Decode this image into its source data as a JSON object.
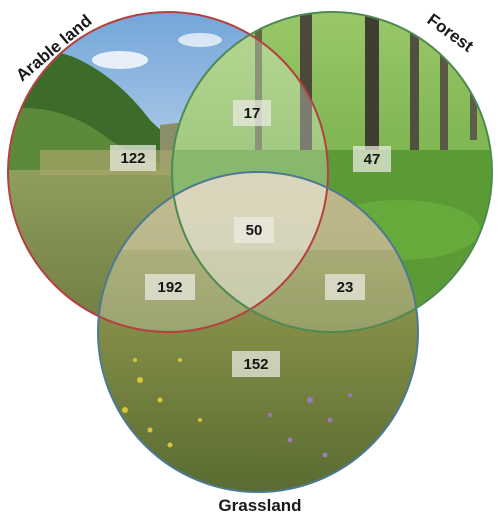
{
  "venn": {
    "sets": [
      {
        "id": "arable",
        "label": "Arable land",
        "outline": "#b5403f",
        "photo": "valley-with-arable-fields"
      },
      {
        "id": "forest",
        "label": "Forest",
        "outline": "#4f8a52",
        "photo": "beech-forest"
      },
      {
        "id": "grassland",
        "label": "Grassland",
        "outline": "#4c7a92",
        "photo": "flowering-meadow"
      }
    ],
    "regions": [
      {
        "id": "arable-only",
        "sets": [
          "arable"
        ],
        "count": "122"
      },
      {
        "id": "arable-forest",
        "sets": [
          "arable",
          "forest"
        ],
        "count": "17"
      },
      {
        "id": "forest-only",
        "sets": [
          "forest"
        ],
        "count": "47"
      },
      {
        "id": "all-three",
        "sets": [
          "arable",
          "forest",
          "grassland"
        ],
        "count": "50"
      },
      {
        "id": "arable-grassland",
        "sets": [
          "arable",
          "grassland"
        ],
        "count": "192"
      },
      {
        "id": "forest-grassland",
        "sets": [
          "forest",
          "grassland"
        ],
        "count": "23"
      },
      {
        "id": "grassland-only",
        "sets": [
          "grassland"
        ],
        "count": "152"
      }
    ]
  }
}
